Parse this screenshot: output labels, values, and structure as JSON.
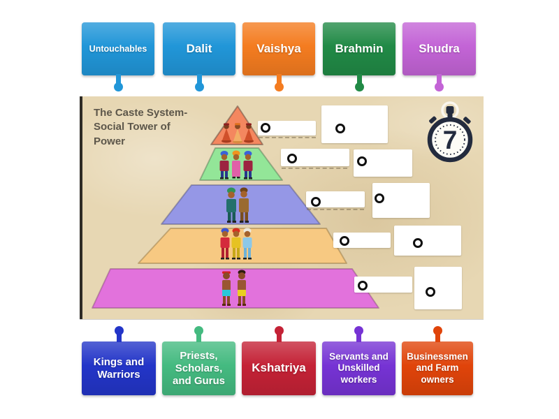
{
  "board": {
    "title": "The Caste System-\nSocial Tower of\nPower",
    "timer_value": "7",
    "background_color": "#e7d7b3"
  },
  "terms": {
    "top": [
      {
        "label": "Untouchables",
        "color": "#2196d8"
      },
      {
        "label": "Dalit",
        "color": "#2196d8"
      },
      {
        "label": "Vaishya",
        "color": "#f47c20"
      },
      {
        "label": "Brahmin",
        "color": "#218a46"
      },
      {
        "label": "Shudra",
        "color": "#c364d6"
      }
    ],
    "bottom": [
      {
        "label": "Kings and Warriors",
        "color": "#2335c8"
      },
      {
        "label": "Priests, Scholars, and Gurus",
        "color": "#44ba80"
      },
      {
        "label": "Kshatriya",
        "color": "#c42236"
      },
      {
        "label": "Servants and Unskilled workers",
        "color": "#7633d4"
      },
      {
        "label": "Businessmen and Farm owners",
        "color": "#e0440a"
      }
    ]
  },
  "pyramid": {
    "levels": [
      {
        "name": "top level",
        "color": "#f4875f"
      },
      {
        "name": "second level",
        "color": "#93e698"
      },
      {
        "name": "third level",
        "color": "#9597e6"
      },
      {
        "name": "fourth level",
        "color": "#f7c982"
      },
      {
        "name": "bottom level",
        "color": "#e272dc"
      }
    ]
  }
}
